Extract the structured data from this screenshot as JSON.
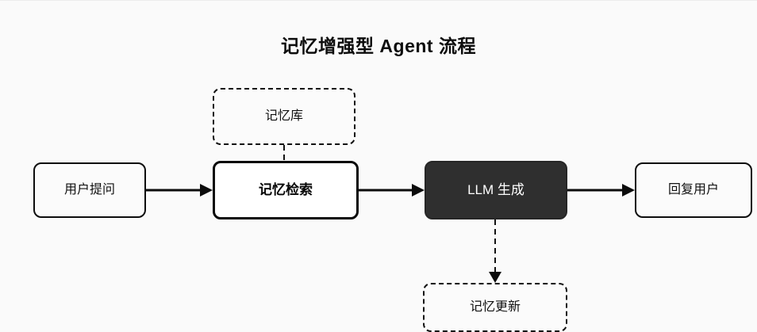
{
  "diagram": {
    "title": "记忆增强型 Agent 流程",
    "type": "flowchart",
    "background_color": "#fafafa",
    "nodes": [
      {
        "id": "user-query",
        "label": "用户提问",
        "style": "solid",
        "fill": "#fbfbfb",
        "text_color": "#111111"
      },
      {
        "id": "retrieval",
        "label": "记忆检索",
        "style": "emphasis",
        "fill": "#ffffff",
        "text_color": "#050505"
      },
      {
        "id": "llm",
        "label": "LLM 生成",
        "style": "dark",
        "fill": "#2f2f2f",
        "text_color": "#ffffff"
      },
      {
        "id": "reply",
        "label": "回复用户",
        "style": "solid",
        "fill": "#fbfbfb",
        "text_color": "#111111"
      },
      {
        "id": "memory-bank",
        "label": "记忆库",
        "style": "dashed",
        "fill": "#fbfbfb",
        "text_color": "#111111"
      },
      {
        "id": "memory-update",
        "label": "记忆更新",
        "style": "dashed",
        "fill": "#fbfbfb",
        "text_color": "#111111"
      }
    ],
    "edges": [
      {
        "from": "user-query",
        "to": "retrieval",
        "style": "solid",
        "arrowhead": true
      },
      {
        "from": "retrieval",
        "to": "llm",
        "style": "solid",
        "arrowhead": true
      },
      {
        "from": "llm",
        "to": "reply",
        "style": "solid",
        "arrowhead": true
      },
      {
        "from": "memory-bank",
        "to": "retrieval",
        "style": "dashed",
        "arrowhead": false
      },
      {
        "from": "llm",
        "to": "memory-update",
        "style": "dashed",
        "arrowhead": true
      }
    ]
  }
}
